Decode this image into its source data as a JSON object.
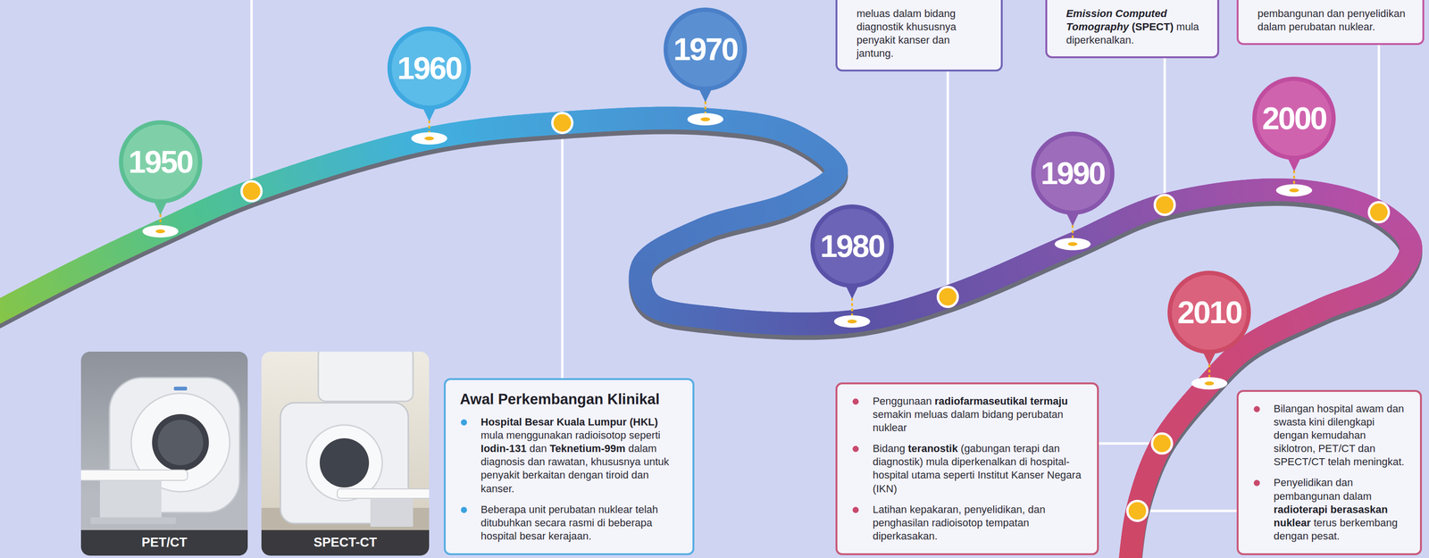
{
  "diagram": {
    "nodes": [
      {
        "text": [
          "meluas dalam bidang diagnostik khususnya penyakit kanser dan jantung."
        ]
      },
      {
        "text": [
          "Emission Computed Tomography (SPECT) mula diperkenalkan."
        ]
      },
      {
        "text": [
          "pembangunan dan penyelidikan dalam perubatan nuklear."
        ]
      },
      {
        "text": [
          "1950"
        ]
      },
      {
        "text": [
          "1960"
        ]
      },
      {
        "text": [
          "1970"
        ]
      },
      {
        "text": [
          "1980"
        ]
      },
      {
        "text": [
          "1990"
        ]
      },
      {
        "text": [
          "2000"
        ]
      },
      {
        "text": [
          "2010"
        ]
      },
      {
        "text": [
          "Awal Perkembangan Klinikal",
          "Hospital Besar Kuala Lumpur (HKL) mula menggunakan radioisotop seperti Iodin-131 dan Teknetium-99m dalam diagnosis dan rawatan, khususnya untuk penyakit berkaitan dengan tiroid dan kanser.",
          "Beberapa unit perubatan nuklear telah ditubuhkan secara rasmi di beberapa hospital besar kerajaan."
        ]
      },
      {
        "text": [
          "Penggunaan radiofarmaseutikal termaju semakin meluas dalam bidang perubatan nuklear",
          "Bidang teranostik (gabungan terapi dan diagnostik) mula diperkenalkan di hospital-hospital utama seperti Institut Kanser Negara (IKN)",
          "Latihan kepakaran, penyelidikan, dan penghasilan radioisotop tempatan diperkasakan."
        ]
      },
      {
        "text": [
          "Bilangan hospital awam dan swasta kini dilengkapi dengan kemudahan siklotron, PET/CT dan SPECT/CT telah meningkat.",
          "Penyelidikan dan pembangunan dalam radioterapi berasaskan nuklear terus berkembang dengan pesat."
        ]
      }
    ],
    "labels": [
      "PET/CT",
      "SPECT-CT"
    ]
  }
}
